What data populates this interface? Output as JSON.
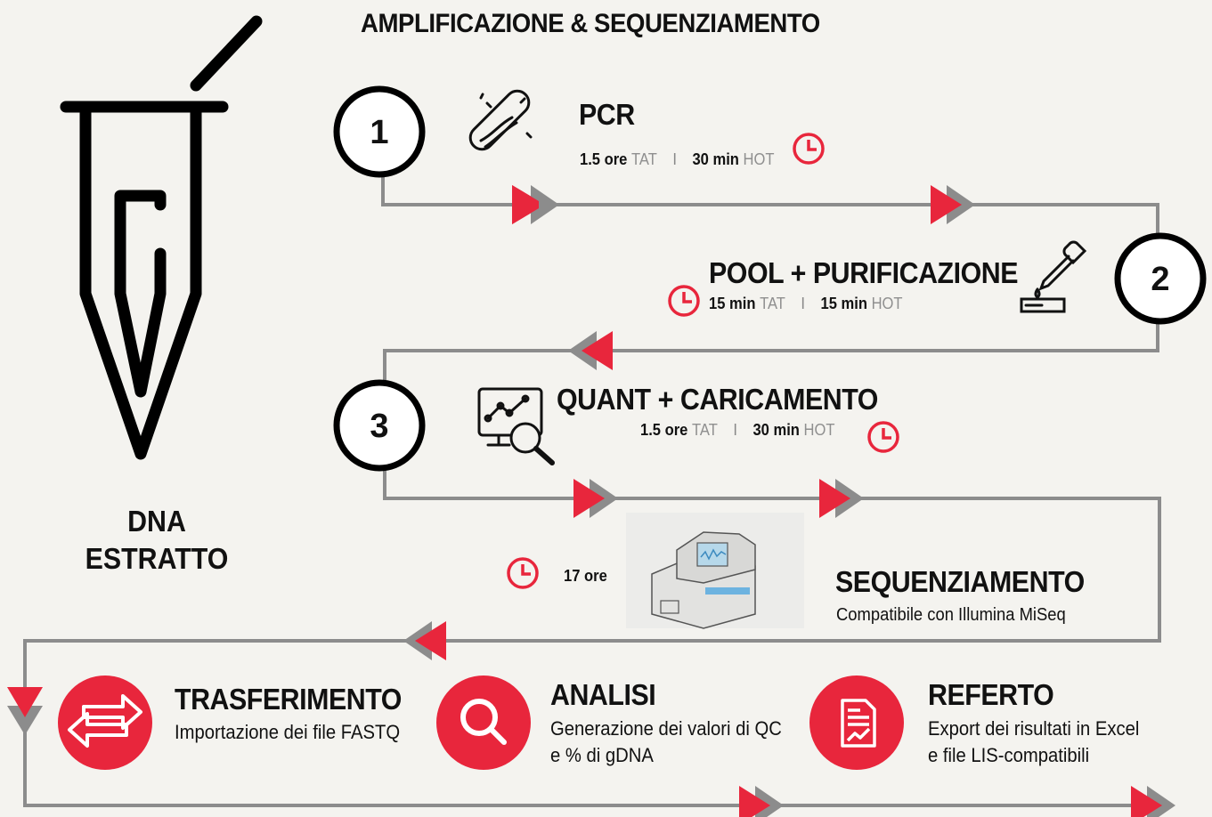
{
  "title": "AMPLIFICAZIONE & SEQUENZIAMENTO",
  "sample": {
    "line1": "DNA",
    "line2": "ESTRATTO"
  },
  "colors": {
    "accent": "#e8263c",
    "arrow_gray": "#8c8c8c",
    "background": "#f4f3ef"
  },
  "steps": [
    {
      "number": "1",
      "name": "PCR",
      "icon": "dna-test-tube-icon",
      "tat_value": "1.5 ore",
      "tat_label": "TAT",
      "separator": "I",
      "hot_value": "30 min",
      "hot_label": "HOT"
    },
    {
      "number": "2",
      "name": "POOL + PURIFICAZIONE",
      "icon": "pipette-icon",
      "tat_value": "15 min",
      "tat_label": "TAT",
      "separator": "I",
      "hot_value": "15 min",
      "hot_label": "HOT"
    },
    {
      "number": "3",
      "name": "QUANT + CARICAMENTO",
      "icon": "monitor-search-icon",
      "tat_value": "1.5 ore",
      "tat_label": "TAT",
      "separator": "I",
      "hot_value": "30 min",
      "hot_label": "HOT"
    }
  ],
  "sequencing": {
    "name": "SEQUENZIAMENTO",
    "description": "Compatibile con Illumina MiSeq",
    "duration": "17 ore",
    "icon": "sequencer-machine-icon"
  },
  "final_steps": [
    {
      "name": "TRASFERIMENTO",
      "line1": "Importazione dei file FASTQ",
      "line2": "",
      "icon": "transfer-arrows-icon"
    },
    {
      "name": "ANALISI",
      "line1": "Generazione dei valori di QC",
      "line2": "e % di gDNA",
      "icon": "magnifier-icon"
    },
    {
      "name": "REFERTO",
      "line1": "Export dei risultati in Excel",
      "line2": "e file LIS-compatibili",
      "icon": "report-document-icon"
    }
  ]
}
